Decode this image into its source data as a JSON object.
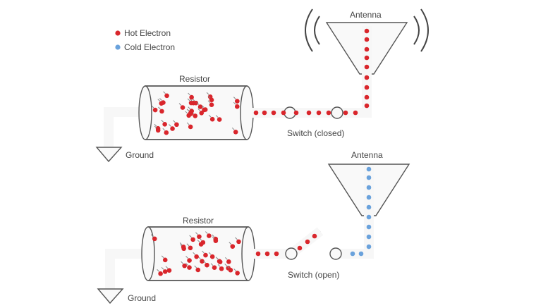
{
  "legend": {
    "hot_label": "Hot Electron",
    "cold_label": "Cold Electron"
  },
  "colors": {
    "hot": "#d9262c",
    "cold": "#6aa2dc",
    "outline": "#555555",
    "fill": "#f9f9f9"
  },
  "top_circuit": {
    "resistor_label": "Resistor",
    "antenna_label": "Antenna",
    "switch_label": "Switch (closed)",
    "ground_label": "Ground",
    "switch_state": "closed",
    "antenna_electrons": "hot"
  },
  "bottom_circuit": {
    "resistor_label": "Resistor",
    "antenna_label": "Antenna",
    "switch_label": "Switch (open)",
    "ground_label": "Ground",
    "switch_state": "open",
    "antenna_electrons": "cold"
  }
}
